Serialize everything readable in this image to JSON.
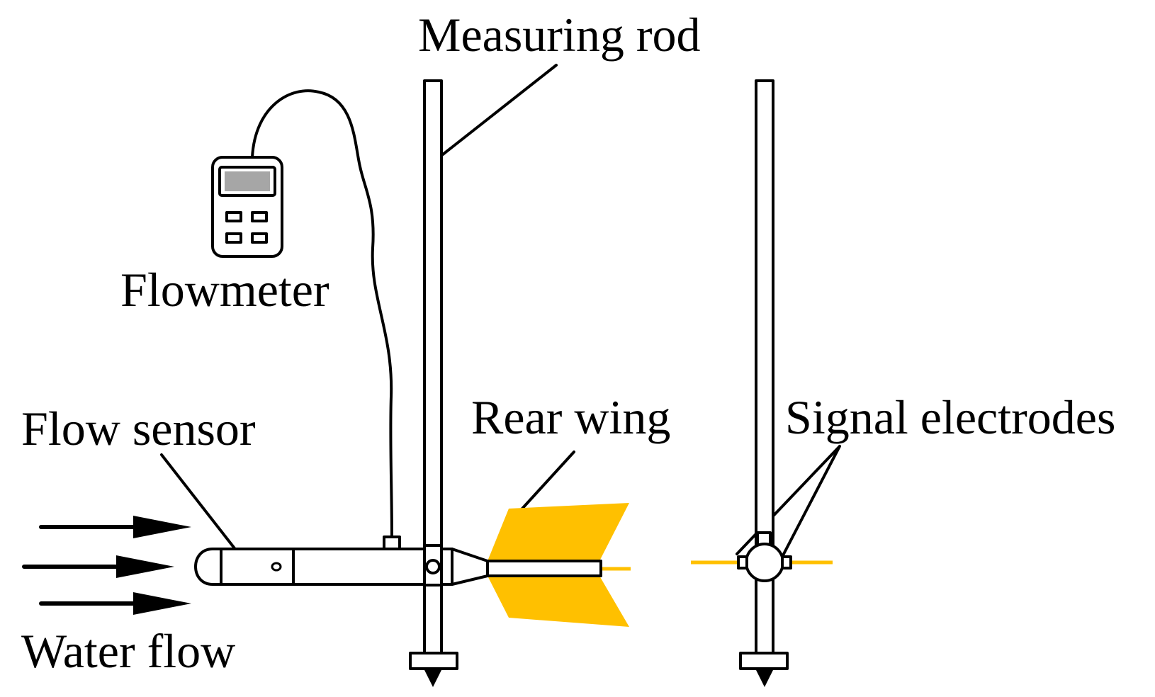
{
  "labels": {
    "measuring_rod": "Measuring rod",
    "flowmeter": "Flowmeter",
    "flow_sensor": "Flow sensor",
    "rear_wing": "Rear wing",
    "signal_electrodes": "Signal electrodes",
    "water_flow": "Water flow"
  },
  "colors": {
    "line": "#000000",
    "wing": "#FFC000",
    "screen": "#A6A6A6",
    "background": "#FFFFFF"
  },
  "icons": {
    "flowmeter": "handheld-meter-icon",
    "arrows": "arrow-right-icon"
  }
}
